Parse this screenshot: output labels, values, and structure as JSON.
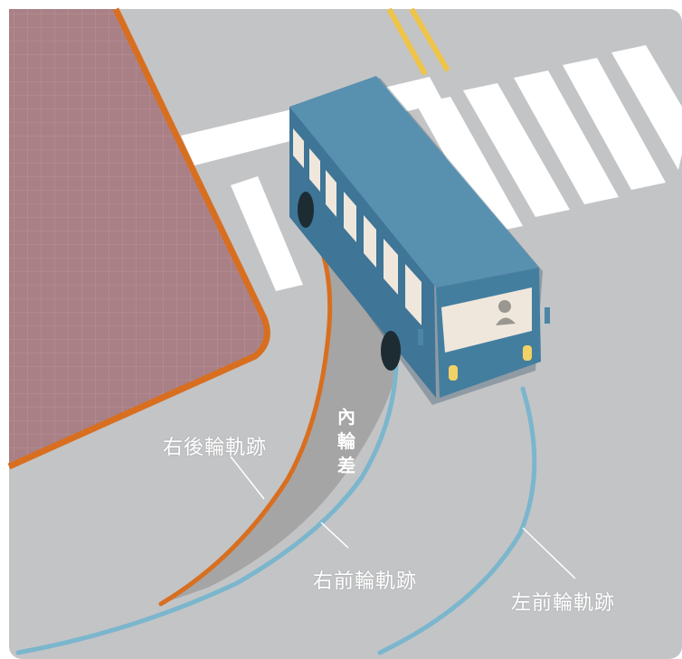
{
  "labels": {
    "right_rear_track": "右後輪軌跡",
    "right_front_track": "右前輪軌跡",
    "left_front_track": "左前輪軌跡",
    "inner_wheel_difference": "內輪差"
  },
  "colors": {
    "road": "#c3c4c6",
    "sidewalk": "#a98086",
    "curb": "#d86f20",
    "bus_body": "#4c86a7",
    "bus_roof": "#5890b0",
    "track_front": "#7bb6cd",
    "track_rear": "#d86f20",
    "gap_area": "#a6a5a6",
    "crosswalk": "#ffffff",
    "center_line": "#efc447",
    "label_text": "#ffffff"
  }
}
